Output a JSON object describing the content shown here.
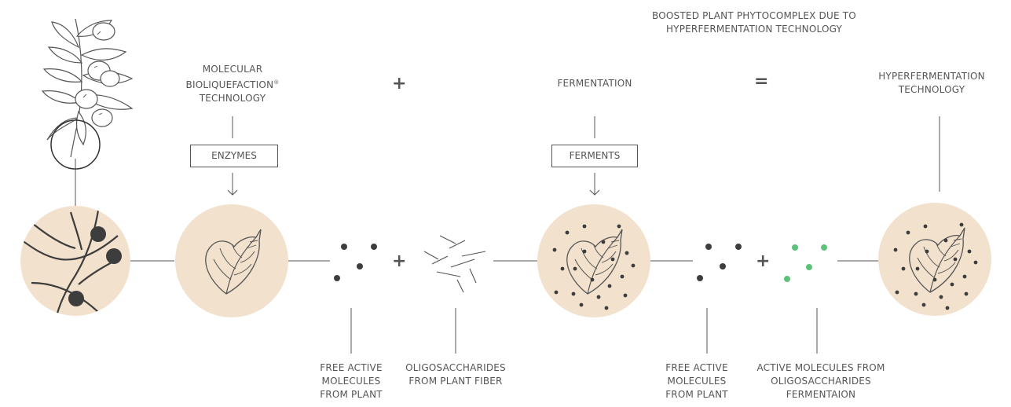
{
  "title": {
    "lines": [
      "BOOSTED PLANT PHYTOCOMPLEX DUE TO",
      "HYPERFERMENTATION TECHNOLOGY"
    ]
  },
  "steps": {
    "bioliquefaction": {
      "lines": [
        "MOLECULAR",
        "BIOLIQUEFACTION",
        "TECHNOLOGY"
      ],
      "trademark": "®",
      "box": "ENZYMES"
    },
    "fermentation": {
      "lines": [
        "FERMENTATION"
      ],
      "box": "FERMENTS"
    },
    "hyperfermentation": {
      "lines": [
        "HYPERFERMENTATION",
        "TECHNOLOGY"
      ]
    }
  },
  "operators": {
    "plus_top": "+",
    "equals_top": "=",
    "plus_row_1": "+",
    "plus_row_2": "+"
  },
  "outputs": {
    "free_active_1": [
      "FREE ACTIVE",
      "MOLECULES",
      "FROM PLANT"
    ],
    "oligosaccharides": [
      "OLIGOSACCHARIDES",
      "FROM PLANT FIBER"
    ],
    "free_active_2": [
      "FREE ACTIVE",
      "MOLECULES",
      "FROM PLANT"
    ],
    "active_from_oligo": [
      "ACTIVE MOLECULES FROM",
      "OLIGOSACCHARIDES",
      "FERMENTAION"
    ]
  },
  "colors": {
    "circle_fill": "#f2e1cc",
    "line": "#555555",
    "dot_dark": "#3d3d3d",
    "dot_green": "#5cc27a"
  },
  "icons": [
    "olive-branch-icon",
    "leaf-icon",
    "magnified-cell-icon",
    "dots-icon",
    "fiber-icon"
  ]
}
